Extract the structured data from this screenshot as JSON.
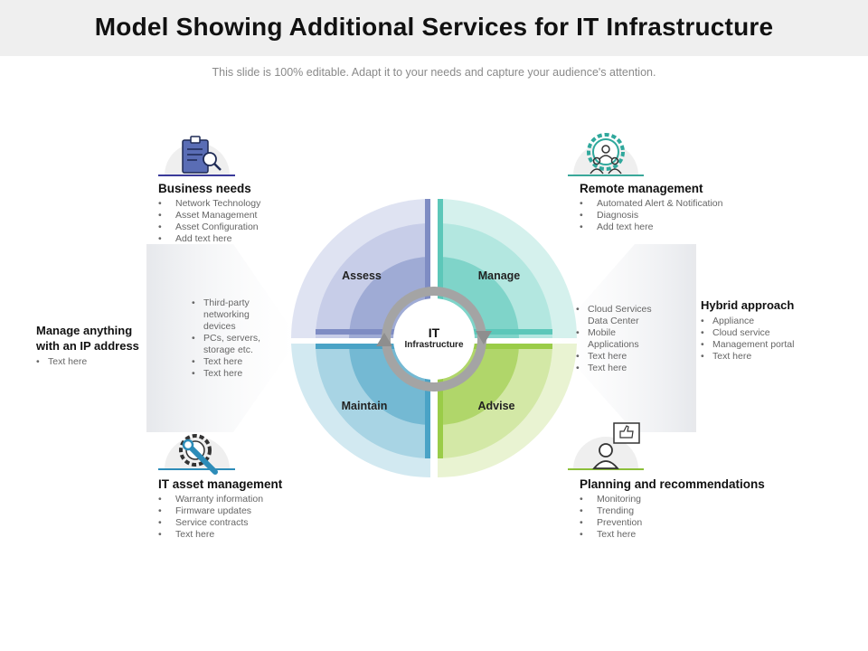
{
  "header": {
    "title": "Model Showing Additional Services for IT Infrastructure",
    "subtitle": "This slide is 100% editable. Adapt it to your needs and capture your audience's attention."
  },
  "center": {
    "title": "IT",
    "subtitle": "Infrastructure"
  },
  "quadrants": [
    {
      "label": "Assess",
      "color": "#9aa8d1"
    },
    {
      "label": "Manage",
      "color": "#6fcfc4"
    },
    {
      "label": "Maintain",
      "color": "#5fb2cf"
    },
    {
      "label": "Advise",
      "color": "#a9d45c"
    }
  ],
  "blocks": {
    "business_needs": {
      "title": "Business needs",
      "items": [
        "Network Technology",
        "Asset Management",
        "Asset Configuration",
        "Add text here"
      ],
      "icon": "clipboard-search-icon"
    },
    "remote_management": {
      "title": "Remote management",
      "items": [
        "Automated Alert & Notification",
        "Diagnosis",
        "Add text here"
      ],
      "icon": "gear-team-icon"
    },
    "it_asset_management": {
      "title": "IT asset management",
      "items": [
        "Warranty information",
        "Firmware updates",
        "Service contracts",
        "Text here"
      ],
      "icon": "gear-wrench-icon"
    },
    "planning": {
      "title": "Planning and recommendations",
      "items": [
        "Monitoring",
        "Trending",
        "Prevention",
        "Text here"
      ],
      "icon": "user-thumbs-up-icon"
    }
  },
  "left_side": {
    "title_line1": "Manage anything",
    "title_line2": "with an IP address",
    "items": [
      "Text here"
    ],
    "inner_items": [
      "Third-party networking devices",
      "PCs, servers, storage etc.",
      "Text here",
      "Text here"
    ]
  },
  "right_side": {
    "title": "Hybrid approach",
    "items": [
      "Appliance",
      "Cloud service",
      "Management portal",
      "Text here"
    ],
    "inner_items": [
      "Cloud Services Data Center",
      "Mobile Applications",
      "Text here",
      "Text here"
    ]
  }
}
